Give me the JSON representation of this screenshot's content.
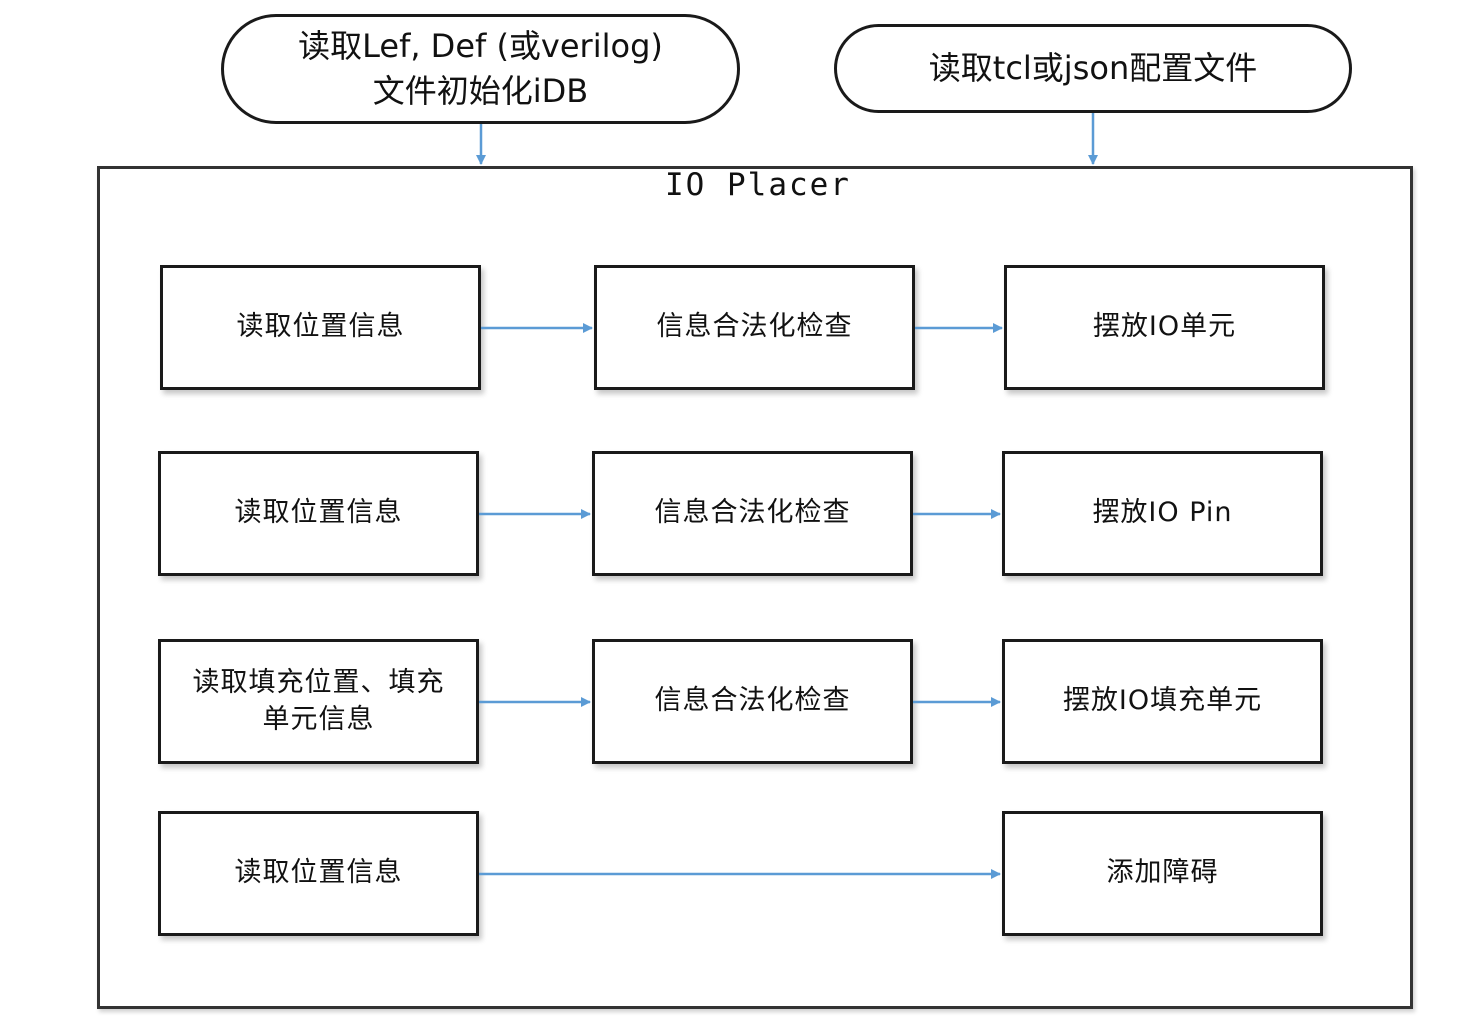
{
  "inputs": {
    "left_line1": "读取Lef, Def (或verilog)",
    "left_line2": "文件初始化iDB",
    "right": "读取tcl或json配置文件"
  },
  "frame": {
    "title": "IO Placer"
  },
  "rows": [
    {
      "read": [
        "读取位置信息"
      ],
      "check": "信息合法化检查",
      "place": "摆放IO单元"
    },
    {
      "read": [
        "读取位置信息"
      ],
      "check": "信息合法化检查",
      "place": "摆放IO Pin"
    },
    {
      "read": [
        "读取填充位置、填充",
        "单元信息"
      ],
      "check": "信息合法化检查",
      "place": "摆放IO填充单元"
    },
    {
      "read": [
        "读取位置信息"
      ],
      "check": "",
      "place": "添加障碍"
    }
  ],
  "colors": {
    "arrow": "#5b9bd5",
    "border": "#1a1a1a"
  }
}
